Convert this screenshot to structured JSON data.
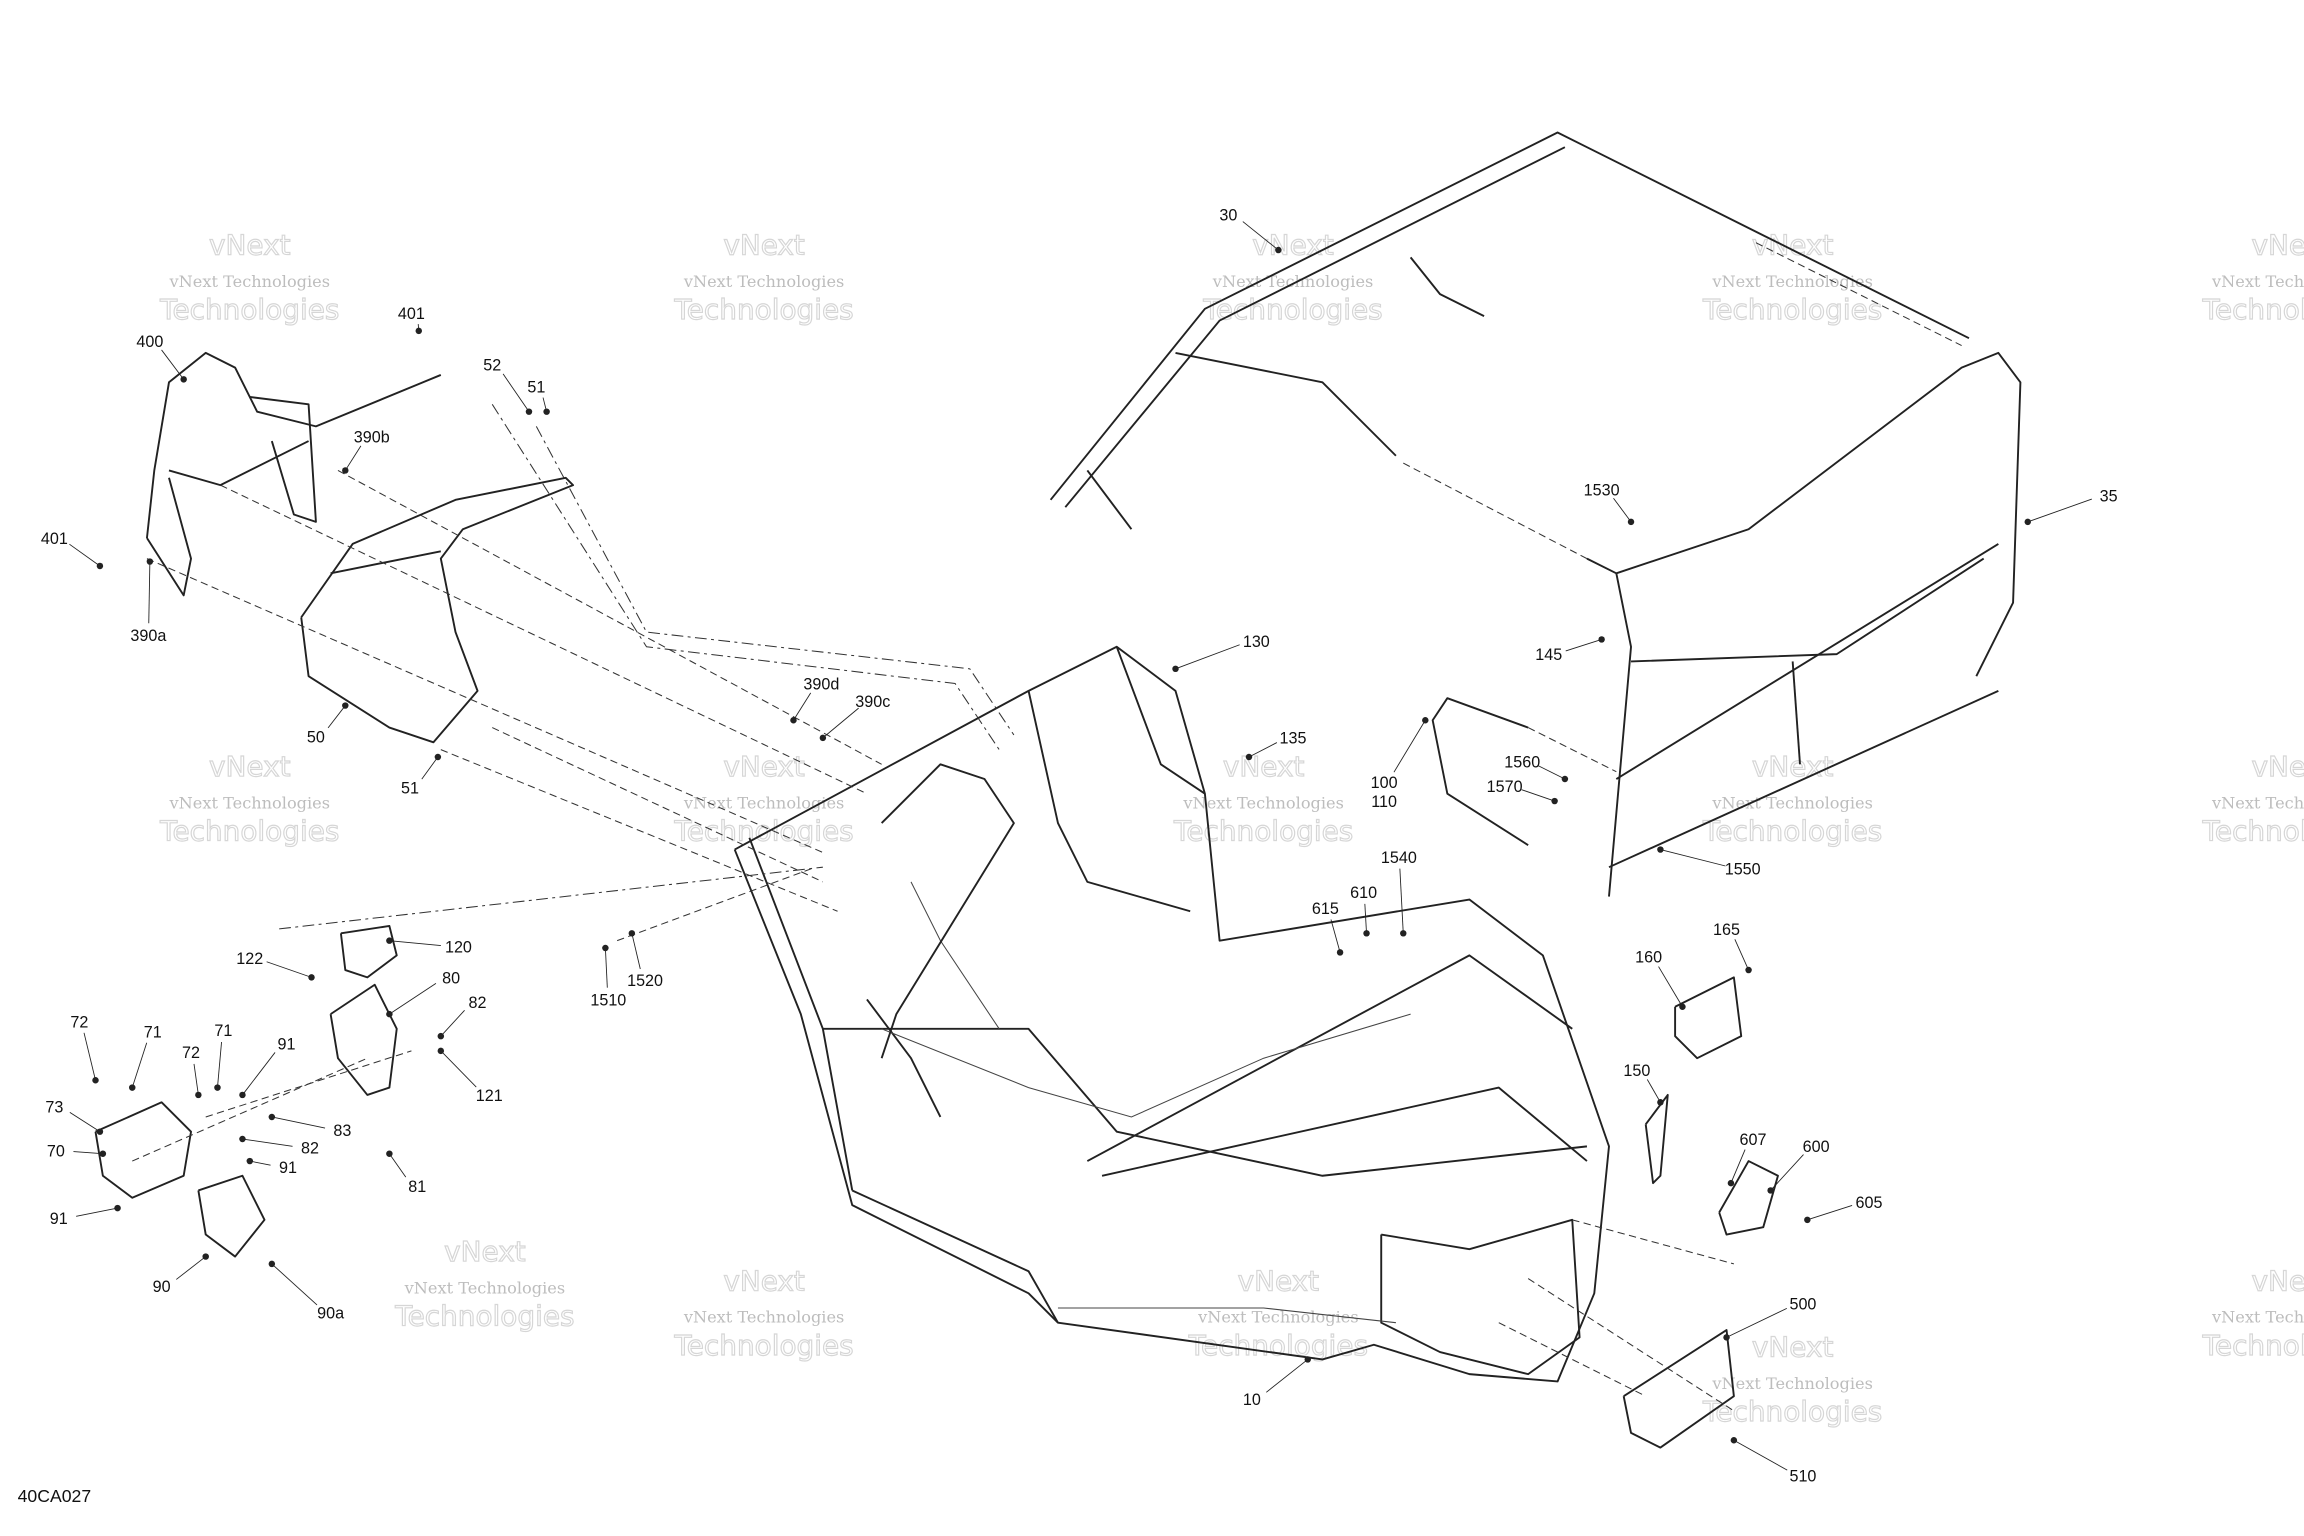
{
  "diagram": {
    "code": "40CA027",
    "watermark": {
      "line1": "vNext Technologies",
      "line2": "Technologies",
      "line3": "vNext"
    },
    "callouts": [
      {
        "id": "401",
        "text": "401"
      },
      {
        "id": "400",
        "text": "400"
      },
      {
        "id": "52",
        "text": "52"
      },
      {
        "id": "51",
        "text": "51"
      },
      {
        "id": "390b",
        "text": "390b"
      },
      {
        "id": "401b",
        "text": "401"
      },
      {
        "id": "390a",
        "text": "390a"
      },
      {
        "id": "50",
        "text": "50"
      },
      {
        "id": "51b",
        "text": "51"
      },
      {
        "id": "390d",
        "text": "390d"
      },
      {
        "id": "390c",
        "text": "390c"
      },
      {
        "id": "130",
        "text": "130"
      },
      {
        "id": "135",
        "text": "135"
      },
      {
        "id": "100",
        "text": "100"
      },
      {
        "id": "110",
        "text": "110"
      },
      {
        "id": "1560",
        "text": "1560"
      },
      {
        "id": "1570",
        "text": "1570"
      },
      {
        "id": "30",
        "text": "30"
      },
      {
        "id": "1530",
        "text": "1530"
      },
      {
        "id": "35",
        "text": "35"
      },
      {
        "id": "145",
        "text": "145"
      },
      {
        "id": "1550",
        "text": "1550"
      },
      {
        "id": "1540",
        "text": "1540"
      },
      {
        "id": "610",
        "text": "610"
      },
      {
        "id": "615",
        "text": "615"
      },
      {
        "id": "165",
        "text": "165"
      },
      {
        "id": "160",
        "text": "160"
      },
      {
        "id": "150",
        "text": "150"
      },
      {
        "id": "607",
        "text": "607"
      },
      {
        "id": "600",
        "text": "600"
      },
      {
        "id": "605",
        "text": "605"
      },
      {
        "id": "500",
        "text": "500"
      },
      {
        "id": "510",
        "text": "510"
      },
      {
        "id": "10",
        "text": "10"
      },
      {
        "id": "1510",
        "text": "1510"
      },
      {
        "id": "1520",
        "text": "1520"
      },
      {
        "id": "120",
        "text": "120"
      },
      {
        "id": "122",
        "text": "122"
      },
      {
        "id": "80",
        "text": "80"
      },
      {
        "id": "82",
        "text": "82"
      },
      {
        "id": "121",
        "text": "121"
      },
      {
        "id": "81",
        "text": "81"
      },
      {
        "id": "72",
        "text": "72"
      },
      {
        "id": "71",
        "text": "71"
      },
      {
        "id": "71b",
        "text": "71"
      },
      {
        "id": "72b",
        "text": "72"
      },
      {
        "id": "91",
        "text": "91"
      },
      {
        "id": "73",
        "text": "73"
      },
      {
        "id": "83",
        "text": "83"
      },
      {
        "id": "82b",
        "text": "82"
      },
      {
        "id": "70",
        "text": "70"
      },
      {
        "id": "91b",
        "text": "91"
      },
      {
        "id": "91c",
        "text": "91"
      },
      {
        "id": "90",
        "text": "90"
      },
      {
        "id": "90a",
        "text": "90a"
      }
    ]
  }
}
